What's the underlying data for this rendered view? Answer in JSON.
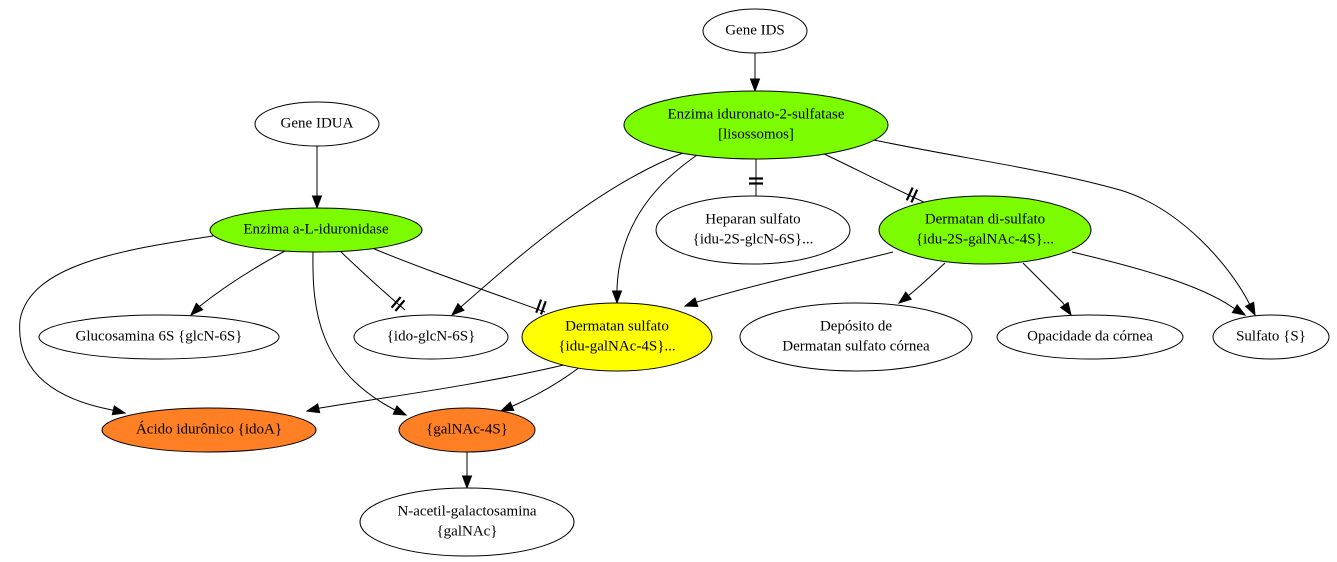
{
  "diagram": {
    "colors": {
      "default_fill": "#ffffff",
      "enzyme_fill": "#7cfc00",
      "substrate_fill": "#ffff00",
      "product_fill": "#ff7f24",
      "stroke": "#000000"
    },
    "nodes": [
      {
        "id": "gene_ids",
        "lines": [
          "Gene IDS"
        ],
        "kind": "default"
      },
      {
        "id": "gene_idua",
        "lines": [
          "Gene IDUA"
        ],
        "kind": "default"
      },
      {
        "id": "enzima_ids",
        "lines": [
          "Enzima iduronato-2-sulfatase",
          "[lisossomos]"
        ],
        "kind": "enzyme"
      },
      {
        "id": "enzima_idua",
        "lines": [
          "Enzima a-L-iduronidase"
        ],
        "kind": "enzyme"
      },
      {
        "id": "heparan",
        "lines": [
          "Heparan sulfato",
          "{idu-2S-glcN-6S}..."
        ],
        "kind": "default"
      },
      {
        "id": "dermatan_di",
        "lines": [
          "Dermatan di-sulfato",
          "{idu-2S-galNAc-4S}..."
        ],
        "kind": "enzyme"
      },
      {
        "id": "glucosamina",
        "lines": [
          "Glucosamina 6S {glcN-6S}"
        ],
        "kind": "default"
      },
      {
        "id": "ido_glcn",
        "lines": [
          "{ido-glcN-6S}"
        ],
        "kind": "default"
      },
      {
        "id": "dermatan",
        "lines": [
          "Dermatan sulfato",
          "{idu-galNAc-4S}..."
        ],
        "kind": "substrate"
      },
      {
        "id": "deposito",
        "lines": [
          "Depósito de",
          "Dermatan sulfato córnea"
        ],
        "kind": "default"
      },
      {
        "id": "opacidade",
        "lines": [
          "Opacidade da córnea"
        ],
        "kind": "default"
      },
      {
        "id": "sulfato",
        "lines": [
          "Sulfato {S}"
        ],
        "kind": "default"
      },
      {
        "id": "acido",
        "lines": [
          "Ácido idurônico {idoA}"
        ],
        "kind": "product"
      },
      {
        "id": "galnac4s",
        "lines": [
          "{galNAc-4S}"
        ],
        "kind": "product"
      },
      {
        "id": "nacetil",
        "lines": [
          "N-acetil-galactosamina",
          "{galNAc}"
        ],
        "kind": "default"
      }
    ],
    "edges": [
      {
        "from": "gene_ids",
        "to": "enzima_ids",
        "type": "arrow"
      },
      {
        "from": "gene_idua",
        "to": "enzima_idua",
        "type": "arrow"
      },
      {
        "from": "enzima_ids",
        "to": "heparan",
        "type": "inhibit"
      },
      {
        "from": "enzima_ids",
        "to": "dermatan_di",
        "type": "inhibit"
      },
      {
        "from": "enzima_ids",
        "to": "ido_glcn",
        "type": "arrow"
      },
      {
        "from": "enzima_ids",
        "to": "dermatan",
        "type": "arrow"
      },
      {
        "from": "enzima_ids",
        "to": "sulfato",
        "type": "arrow"
      },
      {
        "from": "enzima_idua",
        "to": "glucosamina",
        "type": "arrow"
      },
      {
        "from": "enzima_idua",
        "to": "ido_glcn",
        "type": "inhibit"
      },
      {
        "from": "enzima_idua",
        "to": "dermatan",
        "type": "inhibit"
      },
      {
        "from": "enzima_idua",
        "to": "acido",
        "type": "arrow"
      },
      {
        "from": "enzima_idua",
        "to": "galnac4s",
        "type": "arrow"
      },
      {
        "from": "dermatan_di",
        "to": "dermatan",
        "type": "arrow"
      },
      {
        "from": "dermatan_di",
        "to": "deposito",
        "type": "arrow"
      },
      {
        "from": "dermatan_di",
        "to": "opacidade",
        "type": "arrow"
      },
      {
        "from": "dermatan_di",
        "to": "sulfato",
        "type": "arrow"
      },
      {
        "from": "dermatan",
        "to": "acido",
        "type": "arrow"
      },
      {
        "from": "dermatan",
        "to": "galnac4s",
        "type": "arrow"
      },
      {
        "from": "galnac4s",
        "to": "nacetil",
        "type": "arrow"
      }
    ]
  }
}
